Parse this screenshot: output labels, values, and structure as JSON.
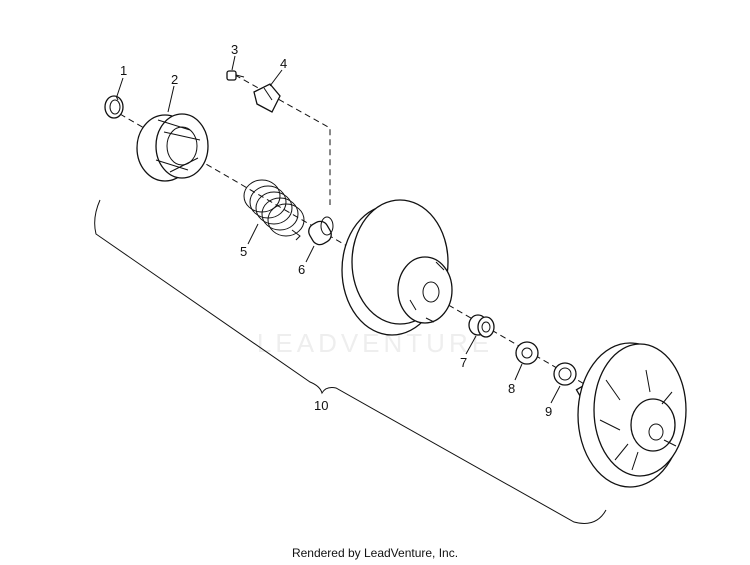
{
  "callouts": {
    "c1": "1",
    "c2": "2",
    "c3": "3",
    "c4": "4",
    "c5": "5",
    "c6": "6",
    "c7": "7",
    "c8": "8",
    "c9": "9",
    "c10": "10"
  },
  "watermark": "LEADVENTURE",
  "footer": "Rendered by LeadVenture, Inc."
}
